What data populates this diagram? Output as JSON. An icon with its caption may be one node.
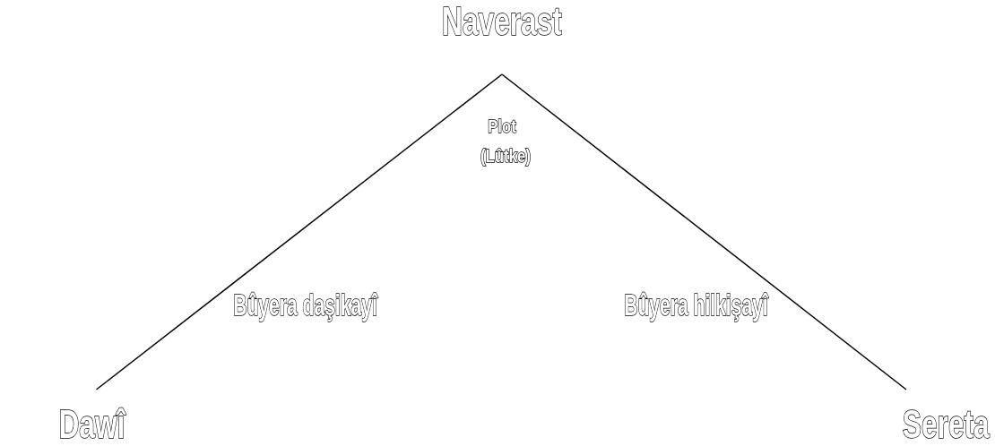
{
  "diagram": {
    "nodes": [
      {
        "text": [
          "Naverast"
        ]
      },
      {
        "text": [
          "Dawî"
        ]
      },
      {
        "text": [
          "Sereta"
        ]
      }
    ],
    "edges": [
      {
        "from": 0,
        "to": 1,
        "arrow": "none"
      },
      {
        "from": 0,
        "to": 2,
        "arrow": "none"
      }
    ],
    "labels": [
      "Plot (Lûtke)",
      "Bûyera daşikayî",
      "Bûyera hilkişayî"
    ]
  }
}
